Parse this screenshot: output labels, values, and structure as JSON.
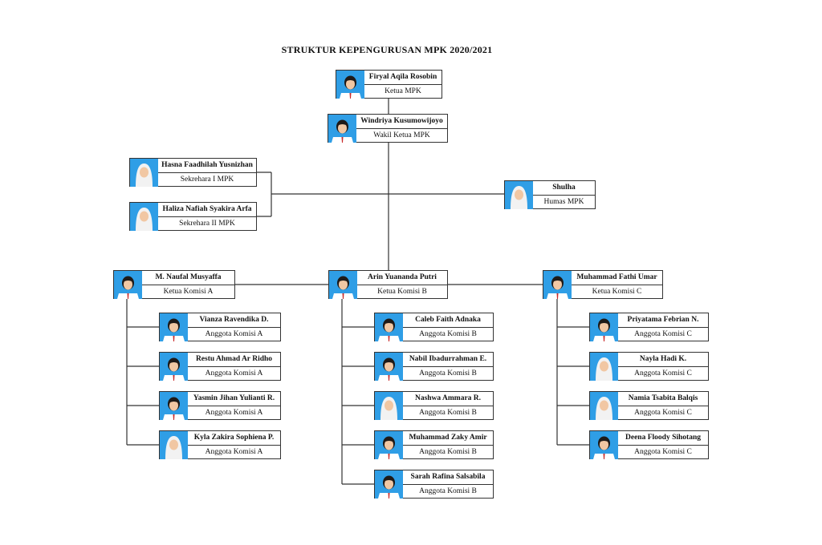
{
  "title": "STRUKTUR KEPENGURUSAN MPK 2020/2021",
  "colors": {
    "photo_bg": "#2f9ee6",
    "line": "#333333"
  },
  "members": [
    {
      "name": "Firyal Aqila Rosobin",
      "role": "Ketua MPK",
      "hijab": false
    },
    {
      "name": "Windriya Kusumowijoyo",
      "role": "Wakil Ketua MPK",
      "hijab": false
    },
    {
      "name": "Hasna Faadhilah Yusnizhan",
      "role": "Sekrehara I MPK",
      "hijab": true
    },
    {
      "name": "Haliza Nafiah Syakira Arfa",
      "role": "Sekrehara II MPK",
      "hijab": true
    },
    {
      "name": "Shulha",
      "role": "Humas MPK",
      "hijab": true
    },
    {
      "name": "M. Naufal Musyaffa",
      "role": "Ketua Komisi A",
      "hijab": false
    },
    {
      "name": "Arin Yuananda Putri",
      "role": "Ketua Komisi B",
      "hijab": false
    },
    {
      "name": "Muhammad Fathi Umar",
      "role": "Ketua Komisi C",
      "hijab": false
    },
    {
      "name": "Vianza Ravendika D.",
      "role": "Anggota Komisi A",
      "hijab": false
    },
    {
      "name": "Restu Ahmad Ar Ridho",
      "role": "Anggota Komisi A",
      "hijab": false
    },
    {
      "name": "Yasmin Jihan Yulianti R.",
      "role": "Anggota Komisi A",
      "hijab": false
    },
    {
      "name": "Kyla Zakira Sophiena P.",
      "role": "Anggota Komisi A",
      "hijab": true
    },
    {
      "name": "Caleb Faith Adnaka",
      "role": "Anggota Komisi B",
      "hijab": false
    },
    {
      "name": "Nabil Ibadurrahman E.",
      "role": "Anggota Komisi B",
      "hijab": false
    },
    {
      "name": "Nashwa Ammara R.",
      "role": "Anggota Komisi B",
      "hijab": true
    },
    {
      "name": "Muhammad Zaky Amir",
      "role": "Anggota Komisi B",
      "hijab": false
    },
    {
      "name": "Sarah Rafina Salsabila",
      "role": "Anggota Komisi B",
      "hijab": false
    },
    {
      "name": "Priyatama Febrian N.",
      "role": "Anggota Komisi C",
      "hijab": false
    },
    {
      "name": "Nayla Hadi K.",
      "role": "Anggota Komisi C",
      "hijab": true
    },
    {
      "name": "Namia Tsabita Balqis",
      "role": "Anggota Komisi C",
      "hijab": true
    },
    {
      "name": "Deena Floody Sihotang",
      "role": "Anggota Komisi C",
      "hijab": false
    }
  ]
}
